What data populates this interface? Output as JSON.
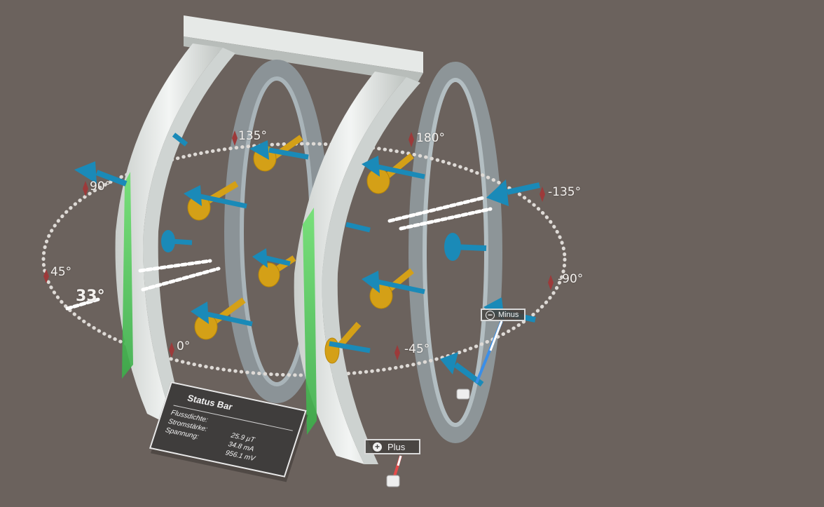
{
  "scene": {
    "angle_labels": [
      {
        "id": "135",
        "text": "135°"
      },
      {
        "id": "180",
        "text": "180°"
      },
      {
        "id": "90",
        "text": "90°"
      },
      {
        "id": "m135",
        "text": "-135°"
      },
      {
        "id": "45",
        "text": "45°"
      },
      {
        "id": "m90",
        "text": "-90°"
      },
      {
        "id": "33",
        "text": "33°"
      },
      {
        "id": "0",
        "text": "0°"
      },
      {
        "id": "m45",
        "text": "-45°"
      }
    ]
  },
  "status_bar": {
    "title": "Status Bar",
    "rows": [
      {
        "label": "Flussdichte:",
        "value": "25.9 µT"
      },
      {
        "label": "Stromstärke:",
        "value": "34.8 mA"
      },
      {
        "label": "Spannung:",
        "value": "956.1 mV"
      }
    ]
  },
  "buttons": {
    "plus": {
      "label": "Plus",
      "icon": "plus-circle-icon"
    },
    "minus": {
      "label": "Minus",
      "icon": "minus-circle-icon"
    }
  },
  "colors": {
    "background": "#6b625d",
    "ring": "#e4e8e6",
    "arrow_blue": "#1a8ab8",
    "arrow_gold": "#d4a017",
    "current_green": "#4fd35a",
    "marker_red": "#9c3a3a"
  }
}
